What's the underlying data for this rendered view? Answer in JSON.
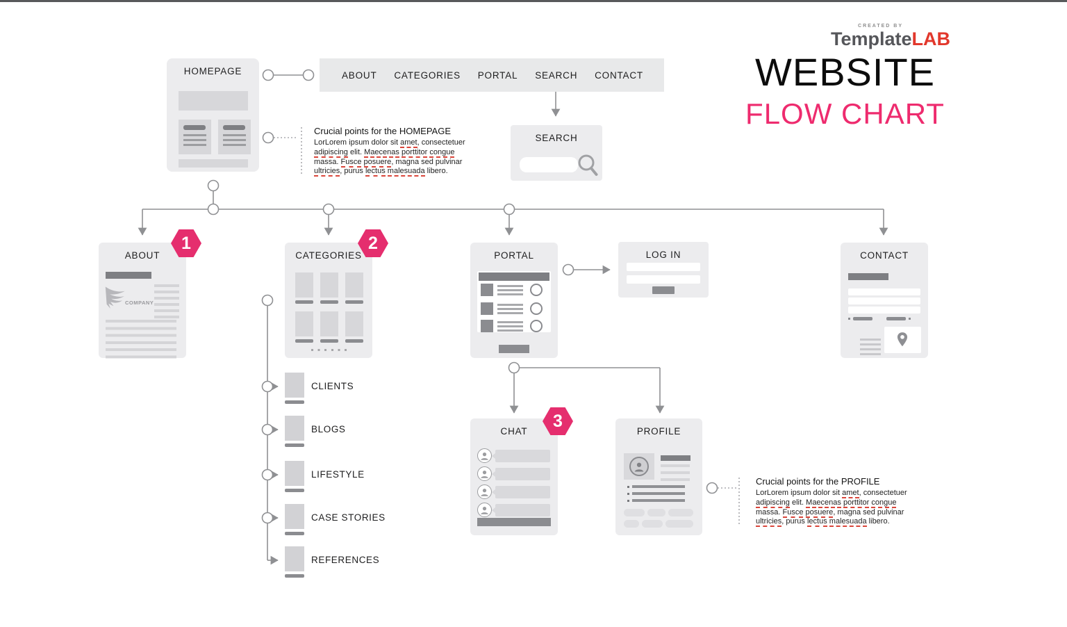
{
  "brand": {
    "created_by": "CREATED BY",
    "logo_part1": "Template",
    "logo_part2": "LAB",
    "title": "WEBSITE",
    "subtitle": "FLOW CHART"
  },
  "navbar": {
    "items": [
      "ABOUT",
      "CATEGORIES",
      "PORTAL",
      "SEARCH",
      "CONTACT"
    ]
  },
  "nodes": {
    "homepage": {
      "title": "HOMEPAGE"
    },
    "search": {
      "title": "SEARCH"
    },
    "about": {
      "title": "ABOUT",
      "badge": "1",
      "logo_text": "COMPANY"
    },
    "categories": {
      "title": "CATEGORIES",
      "badge": "2"
    },
    "portal": {
      "title": "PORTAL"
    },
    "login": {
      "title": "LOG IN"
    },
    "contact": {
      "title": "CONTACT"
    },
    "chat": {
      "title": "CHAT",
      "badge": "3"
    },
    "profile": {
      "title": "PROFILE"
    }
  },
  "categories_menu": {
    "items": [
      "CLIENTS",
      "BLOGS",
      "LIFESTYLE",
      "CASE STORIES",
      "REFERENCES"
    ]
  },
  "annotations": {
    "homepage": {
      "heading": "Crucial points for the HOMEPAGE",
      "body": "LorLorem ipsum dolor sit amet, consectetuer adipiscing elit. Maecenas porttitor congue massa. Fusce posuere, magna sed pulvinar ultricies, purus lectus malesuada libero."
    },
    "profile": {
      "heading": "Crucial points for the PROFILE",
      "body": "LorLorem ipsum dolor sit amet, consectetuer adipiscing elit. Maecenas porttitor congue massa. Fusce posuere, magna sed pulvinar ultricies, purus lectus malesuada libero."
    },
    "misspelled_words": [
      "amet",
      "adipiscing",
      "Maecenas",
      "porttitor",
      "congue",
      "Fusce",
      "posuere",
      "ultricies",
      "lectus",
      "malesuada"
    ]
  },
  "colors": {
    "accent_pink": "#e52e6e",
    "title_pink": "#ee2b6e",
    "logo_red": "#e2382c",
    "wire_gray": "#8f9093",
    "box_gray": "#ececee"
  }
}
